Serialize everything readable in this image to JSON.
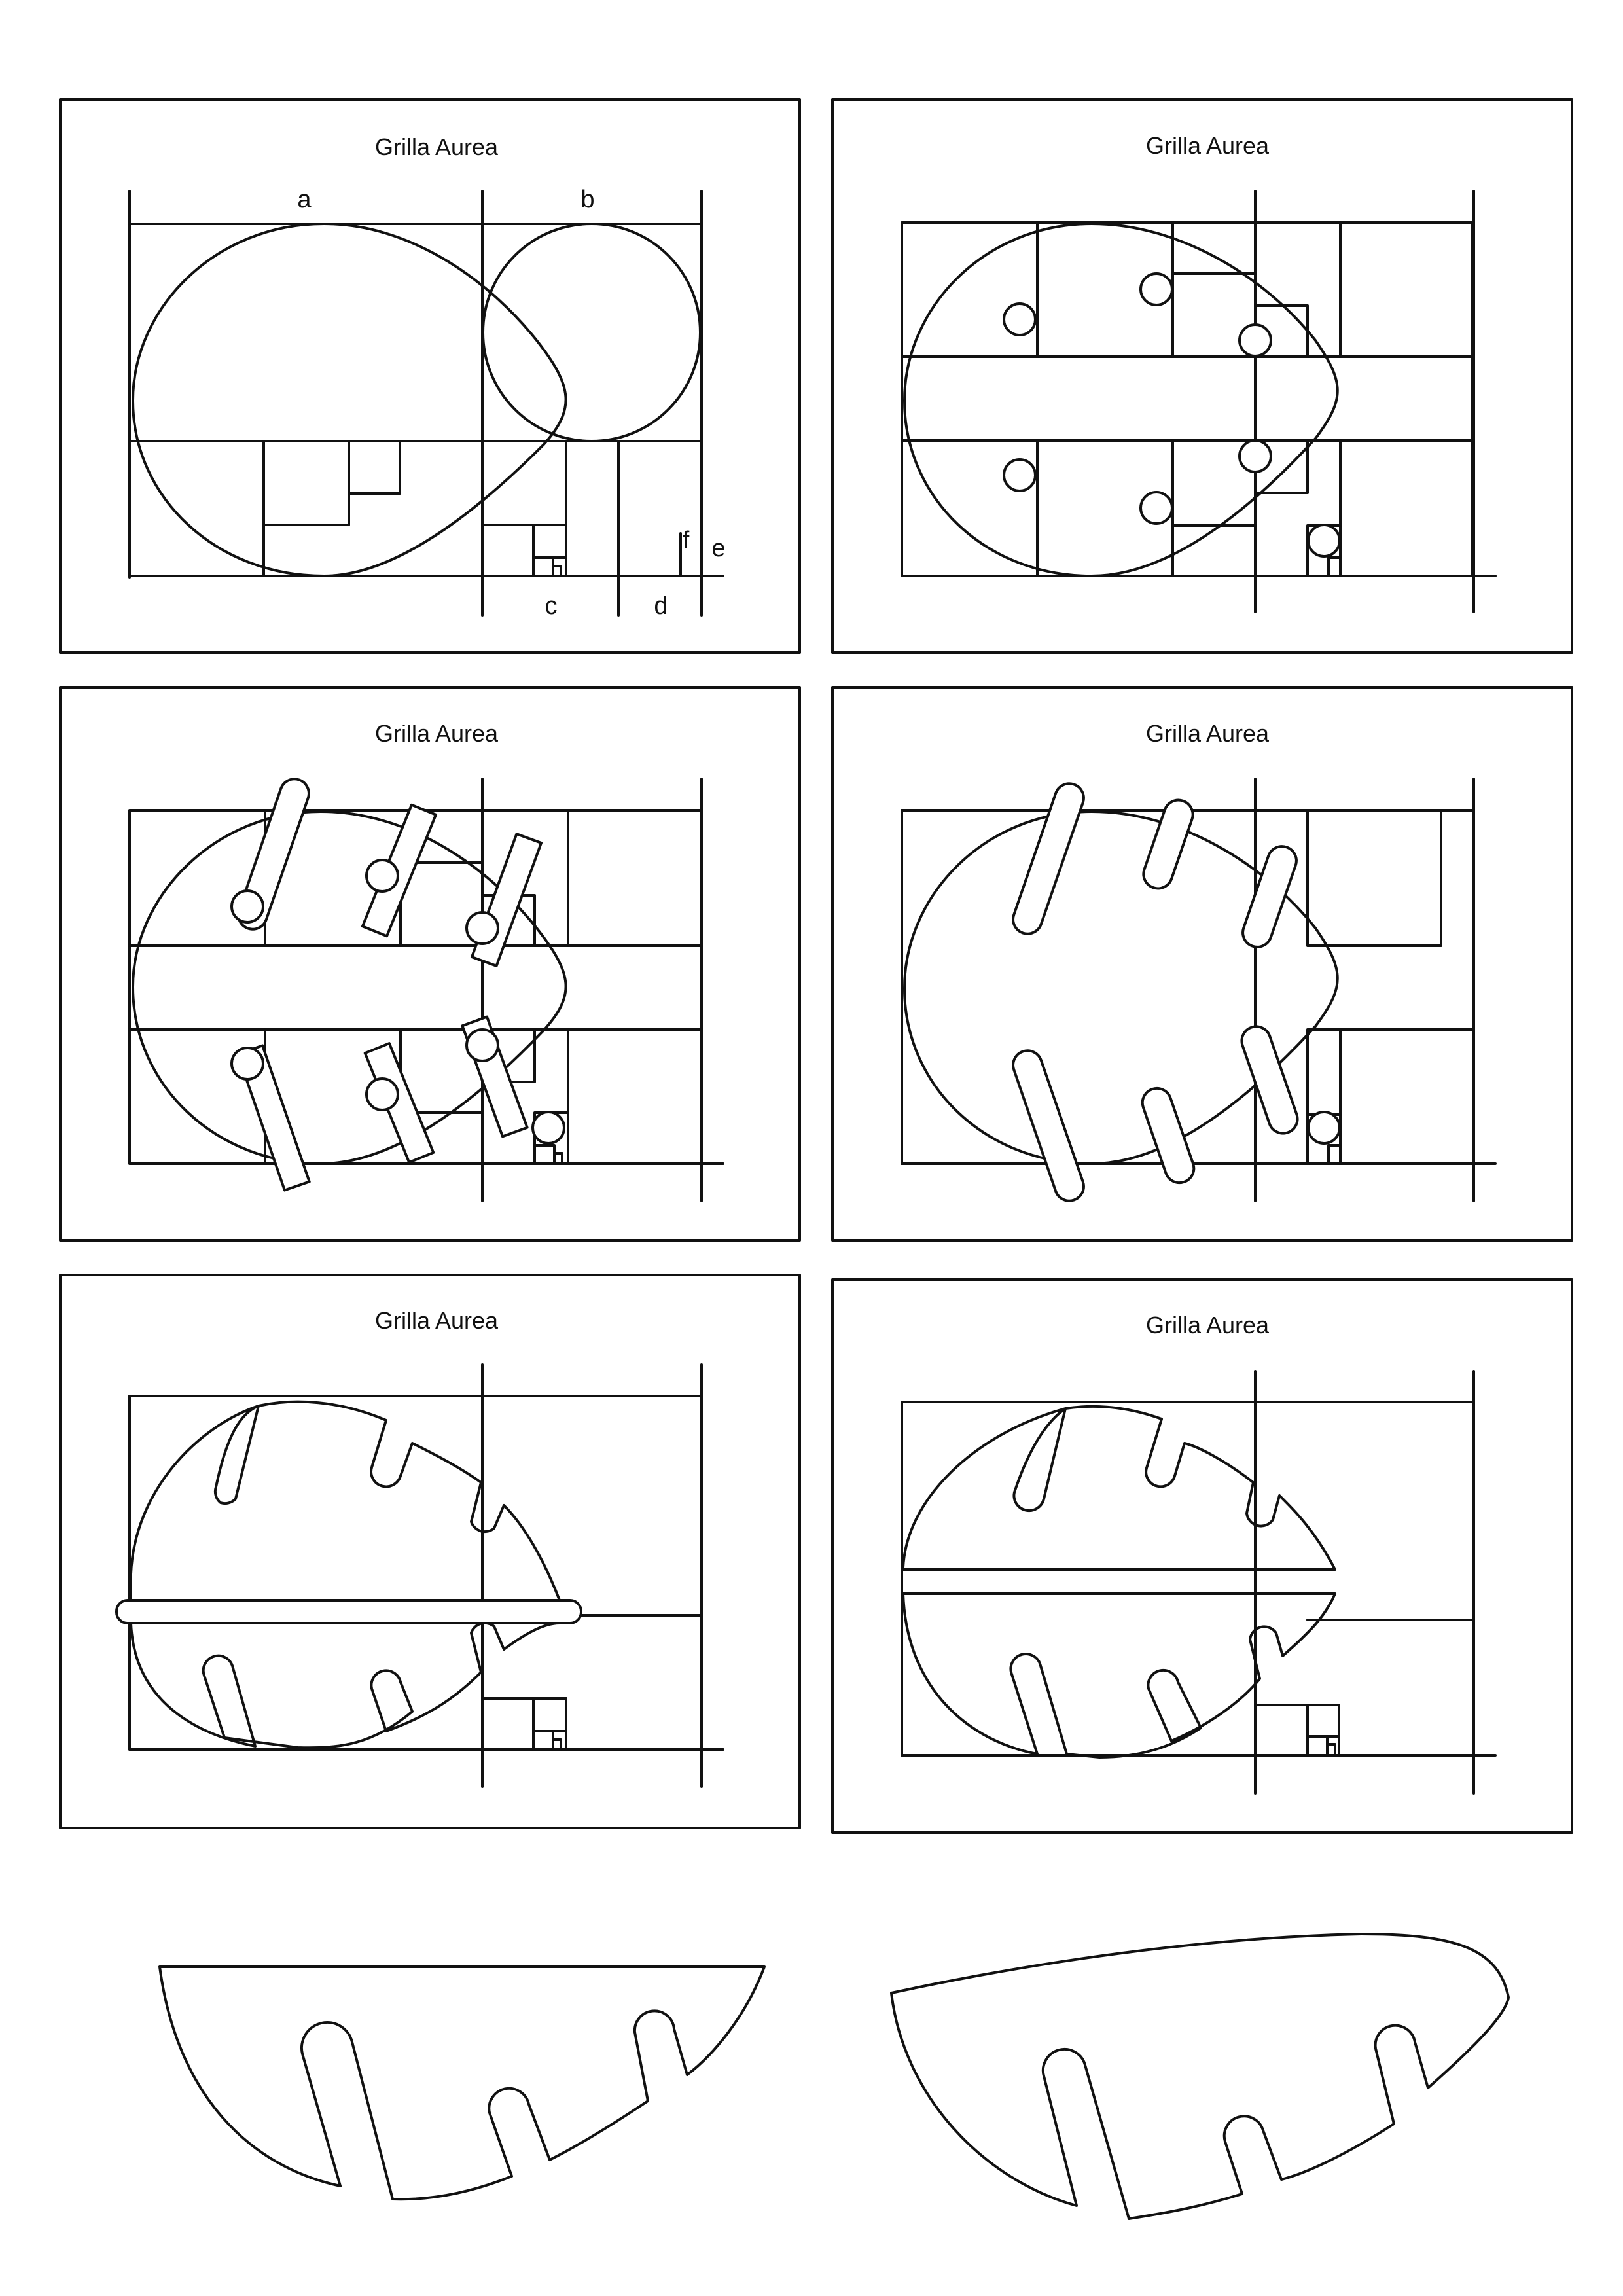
{
  "panels": [
    {
      "title": "Grilla Aurea",
      "labels": {
        "a": "a",
        "b": "b",
        "c": "c",
        "d": "d",
        "e": "e",
        "f": "f"
      }
    },
    {
      "title": "Grilla Aurea"
    },
    {
      "title": "Grilla Aurea"
    },
    {
      "title": "Grilla Aurea"
    },
    {
      "title": "Grilla Aurea"
    },
    {
      "title": "Grilla Aurea"
    }
  ],
  "colors": {
    "line": "#111111",
    "background": "#ffffff"
  }
}
